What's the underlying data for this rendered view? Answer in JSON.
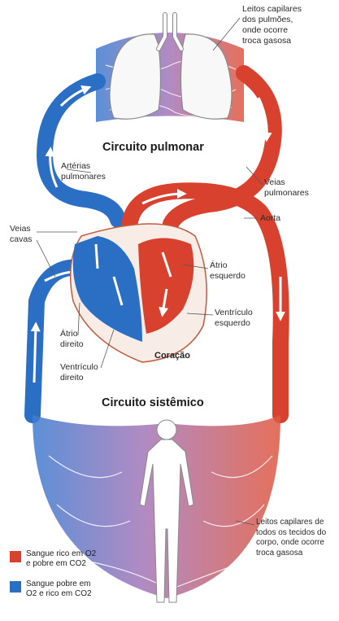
{
  "labels": {
    "lung_capillaries": "Leitos capilares\ndos pulmões,\nonde ocorre\ntroca gasosa",
    "pulmonary_circuit": "Circuito pulmonar",
    "pulmonary_arteries": "Artérias\npulmonares",
    "pulmonary_veins": "Veias\npulmonares",
    "aorta": "Aorta",
    "vena_cavae": "Veias\ncavas",
    "left_atrium": "Átrio\nesquerdo",
    "left_ventricle": "Ventrículo\nesquerdo",
    "right_atrium": "Átrio\ndireito",
    "heart": "Coração",
    "right_ventricle": "Ventrículo\ndireito",
    "systemic_circuit": "Circuito sistêmico",
    "body_capillaries": "Leitos capilares de\ntodos os tecidos do\ncorpo, onde ocorre\ntroca gasosa"
  },
  "legend": [
    {
      "text": "Sangue rico em O2\ne pobre em CO2",
      "color": "#d9412f"
    },
    {
      "text": "Sangue pobre em\nO2  e rico em CO2",
      "color": "#2b6fc4"
    }
  ],
  "colors": {
    "oxygenated": "#d9412f",
    "deoxygenated": "#2b6fc4",
    "capillary_mix": "#9d73b8",
    "arrow": "#ffffff"
  }
}
